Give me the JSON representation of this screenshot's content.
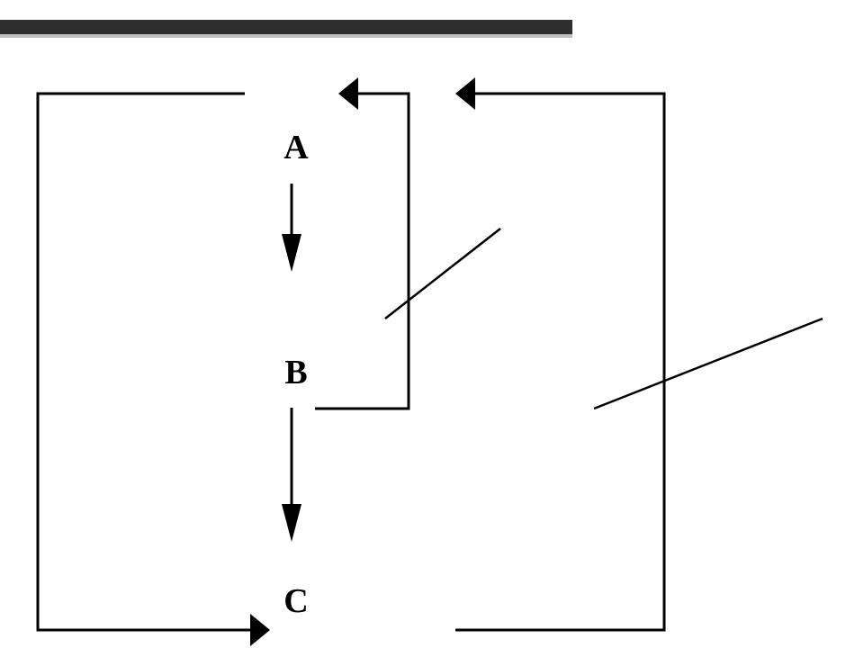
{
  "header_text": "",
  "nodes": {
    "a": "A",
    "b": "B",
    "c": "C"
  }
}
